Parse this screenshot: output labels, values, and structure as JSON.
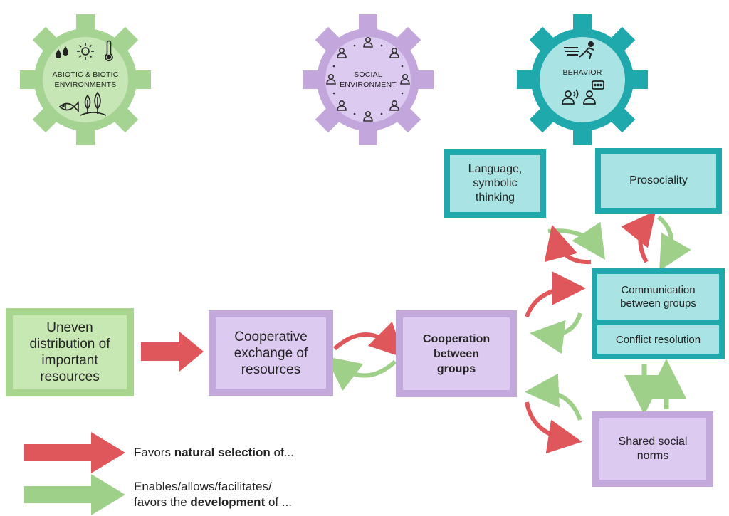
{
  "gears": {
    "abiotic": {
      "label_line1": "ABIOTIC & BIOTIC",
      "label_line2": "ENVIRONMENTS",
      "color": "#9fd08a",
      "icons": [
        "drops-icon",
        "sun-icon",
        "thermometer-icon",
        "fish-icon",
        "trees-icon"
      ]
    },
    "social": {
      "label_line1": "SOCIAL",
      "label_line2": "ENVIRONMENT",
      "color": "#c2a6dc",
      "icons": [
        "person-icon"
      ]
    },
    "behavior": {
      "label": "BEHAVIOR",
      "color": "#1fa9ad",
      "icons": [
        "running-person-icon",
        "speaking-person-icon",
        "chat-person-icon"
      ]
    }
  },
  "boxes": {
    "uneven": {
      "lines": [
        "Uneven",
        "distribution of",
        "important",
        "resources"
      ]
    },
    "cooperative": {
      "lines": [
        "Cooperative",
        "exchange of",
        "resources"
      ]
    },
    "cooperation": {
      "lines": [
        "Cooperation",
        "between",
        "groups"
      ]
    },
    "language": {
      "lines": [
        "Language,",
        "symbolic",
        "thinking"
      ]
    },
    "prosociality": {
      "lines": [
        "Prosociality"
      ]
    },
    "communication": {
      "lines": [
        "Communication",
        "between groups"
      ]
    },
    "conflict": {
      "lines": [
        "Conflict resolution"
      ]
    },
    "norms": {
      "lines": [
        "Shared social",
        "norms"
      ]
    }
  },
  "legend": {
    "red": {
      "before": "Favors ",
      "bold": "natural selection",
      "after": " of..."
    },
    "green": {
      "line1": "Enables/allows/facilitates/",
      "before": "favors the ",
      "bold": "development",
      "after": " of ..."
    }
  },
  "colors": {
    "red_arrow": "#e0575b",
    "green_arrow": "#9fd08a",
    "green_box": "#a9d68f",
    "purple_box": "#c3a8dc",
    "teal_box": "#1fa9ad"
  }
}
